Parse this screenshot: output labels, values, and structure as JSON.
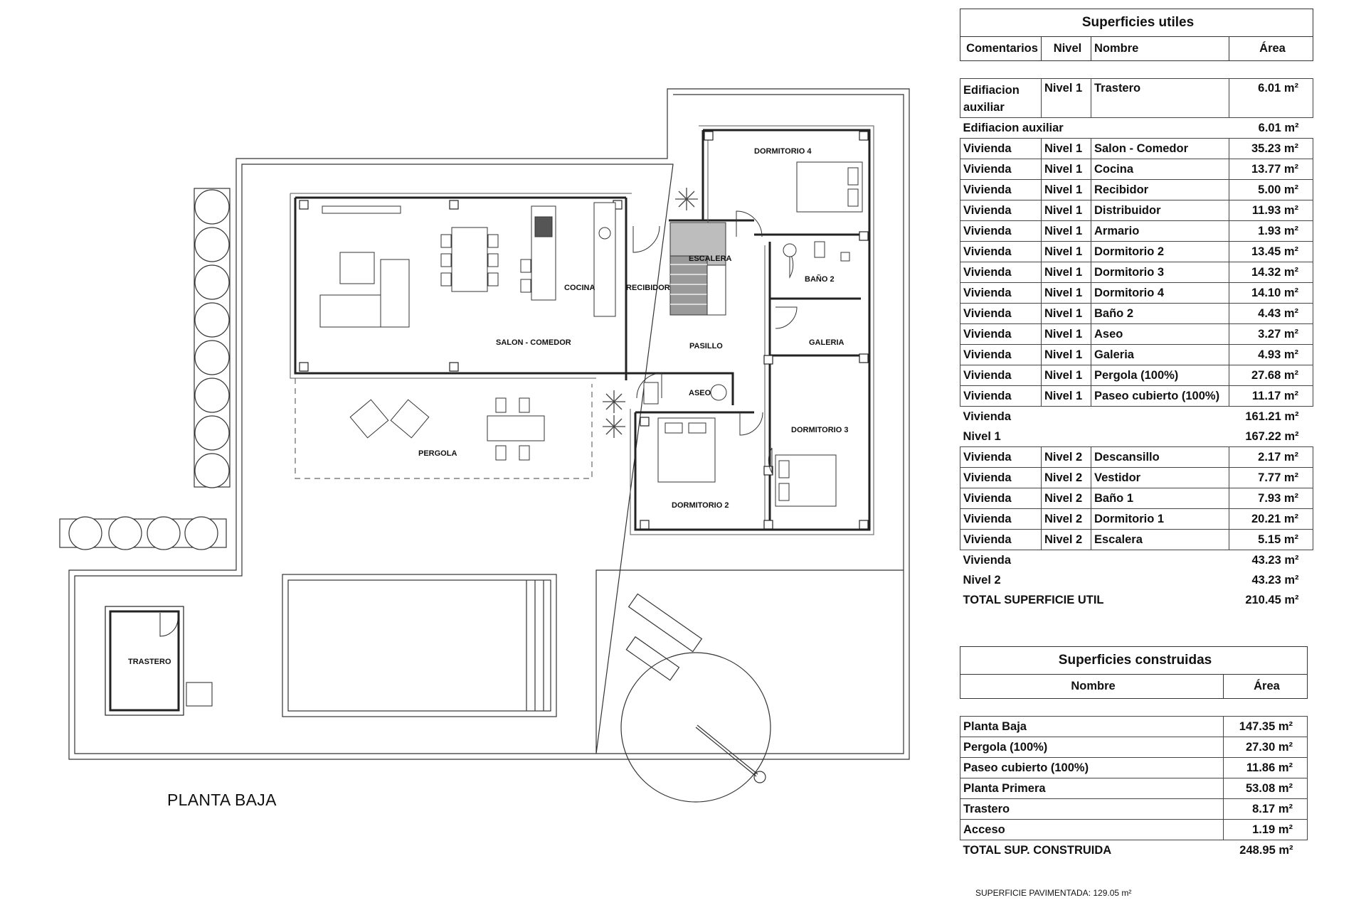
{
  "plan": {
    "title": "PLANTA BAJA",
    "rooms": {
      "dormitorio4": "DORMITORIO 4",
      "escalera": "ESCALERA",
      "cocina": "COCINA",
      "recibidor": "RECIBIDOR",
      "bano2": "BAÑO 2",
      "salon": "SALON - COMEDOR",
      "pasillo": "PASILLO",
      "galeria": "GALERIA",
      "aseo": "ASEO",
      "dormitorio3": "DORMITORIO 3",
      "pergola": "PERGOLA",
      "dormitorio2": "DORMITORIO 2",
      "trastero": "TRASTERO"
    }
  },
  "utiles": {
    "title": "Superficies utiles",
    "headers": [
      "Comentarios",
      "Nivel",
      "Nombre",
      "Área"
    ],
    "rows": [
      {
        "c": "Edifiacion auxiliar",
        "n": "Nivel 1",
        "name": "Trastero",
        "a": "6.01 m²",
        "tall": true
      },
      {
        "sum": true,
        "c": "Edifiacion auxiliar",
        "a": "6.01 m²"
      },
      {
        "c": "Vivienda",
        "n": "Nivel 1",
        "name": "Salon - Comedor",
        "a": "35.23 m²"
      },
      {
        "c": "Vivienda",
        "n": "Nivel 1",
        "name": "Cocina",
        "a": "13.77 m²"
      },
      {
        "c": "Vivienda",
        "n": "Nivel 1",
        "name": "Recibidor",
        "a": "5.00 m²"
      },
      {
        "c": "Vivienda",
        "n": "Nivel 1",
        "name": "Distribuidor",
        "a": "11.93 m²"
      },
      {
        "c": "Vivienda",
        "n": "Nivel 1",
        "name": "Armario",
        "a": "1.93 m²"
      },
      {
        "c": "Vivienda",
        "n": "Nivel 1",
        "name": "Dormitorio 2",
        "a": "13.45 m²"
      },
      {
        "c": "Vivienda",
        "n": "Nivel 1",
        "name": "Dormitorio 3",
        "a": "14.32 m²"
      },
      {
        "c": "Vivienda",
        "n": "Nivel 1",
        "name": "Dormitorio 4",
        "a": "14.10 m²"
      },
      {
        "c": "Vivienda",
        "n": "Nivel 1",
        "name": "Baño 2",
        "a": "4.43 m²"
      },
      {
        "c": "Vivienda",
        "n": "Nivel 1",
        "name": "Aseo",
        "a": "3.27 m²"
      },
      {
        "c": "Vivienda",
        "n": "Nivel 1",
        "name": "Galeria",
        "a": "4.93 m²"
      },
      {
        "c": "Vivienda",
        "n": "Nivel 1",
        "name": "Pergola (100%)",
        "a": "27.68 m²"
      },
      {
        "c": "Vivienda",
        "n": "Nivel 1",
        "name": "Paseo cubierto (100%)",
        "a": "11.17 m²"
      },
      {
        "sum": true,
        "c": "Vivienda",
        "a": "161.21 m²"
      },
      {
        "sum": true,
        "c": "Nivel 1",
        "a": "167.22 m²"
      },
      {
        "c": "Vivienda",
        "n": "Nivel 2",
        "name": "Descansillo",
        "a": "2.17 m²"
      },
      {
        "c": "Vivienda",
        "n": "Nivel 2",
        "name": "Vestidor",
        "a": "7.77 m²"
      },
      {
        "c": "Vivienda",
        "n": "Nivel 2",
        "name": "Baño 1",
        "a": "7.93 m²"
      },
      {
        "c": "Vivienda",
        "n": "Nivel 2",
        "name": "Dormitorio 1",
        "a": "20.21 m²"
      },
      {
        "c": "Vivienda",
        "n": "Nivel 2",
        "name": "Escalera",
        "a": "5.15 m²"
      },
      {
        "sum": true,
        "c": "Vivienda",
        "a": "43.23 m²"
      },
      {
        "sum": true,
        "c": "Nivel 2",
        "a": "43.23 m²"
      },
      {
        "sum": true,
        "c": "TOTAL SUPERFICIE UTIL",
        "a": "210.45 m²"
      }
    ]
  },
  "construidas": {
    "title": "Superficies construidas",
    "headers": [
      "Nombre",
      "Área"
    ],
    "rows": [
      {
        "name": "Planta Baja",
        "a": "147.35 m²"
      },
      {
        "name": "Pergola (100%)",
        "a": "27.30 m²"
      },
      {
        "name": "Paseo cubierto (100%)",
        "a": "11.86 m²"
      },
      {
        "name": "Planta Primera",
        "a": "53.08 m²"
      },
      {
        "name": "Trastero",
        "a": "8.17 m²"
      },
      {
        "name": "Acceso",
        "a": "1.19 m²"
      },
      {
        "sum": true,
        "name": "TOTAL SUP. CONSTRUIDA",
        "a": "248.95 m²"
      }
    ]
  },
  "footnote": "SUPERFICIE PAVIMENTADA: 129.05 m²"
}
